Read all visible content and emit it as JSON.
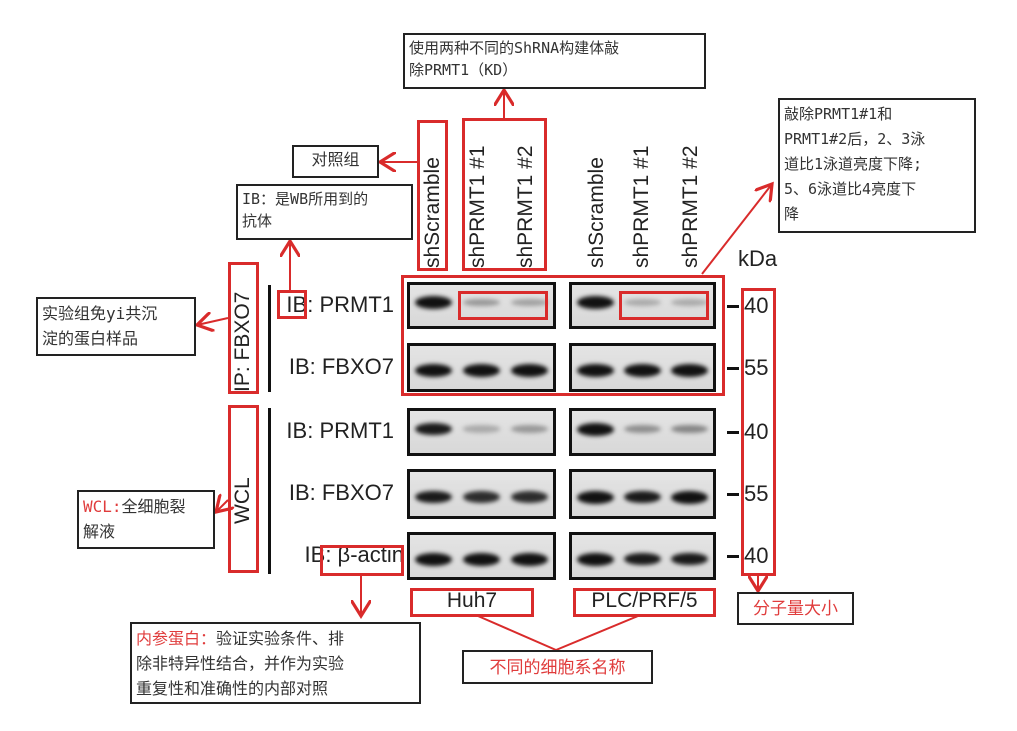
{
  "colors": {
    "annotation_red": "#d92b2b",
    "note_border": "#222222",
    "blot_bg": "#dedede",
    "band": "#111111"
  },
  "lanes": [
    "shScramble",
    "shPRMT1 #1",
    "shPRMT1 #2",
    "shScramble",
    "shPRMT1 #1",
    "shPRMT1 #2"
  ],
  "lane_parts": [
    {
      "prefix": "sh",
      "name": "Scramble"
    },
    {
      "prefix": "sh",
      "name": "PRMT1 #1"
    },
    {
      "prefix": "sh",
      "name": "PRMT1 #2"
    },
    {
      "prefix": "sh",
      "name": "Scramble"
    },
    {
      "prefix": "sh",
      "name": "PRMT1 #1"
    },
    {
      "prefix": "sh",
      "name": "PRMT1 #2"
    }
  ],
  "groups": {
    "ip": "IP: FBXO7",
    "wcl": "WCL"
  },
  "rows": [
    {
      "label_prefix": "IB: ",
      "label": "PRMT1",
      "mw": "40",
      "group": "IP",
      "intensity_huh7": [
        1.0,
        0.25,
        0.2
      ],
      "intensity_plc": [
        1.0,
        0.15,
        0.15
      ]
    },
    {
      "label_prefix": "IB: ",
      "label": "FBXO7",
      "mw": "55",
      "group": "IP",
      "intensity_huh7": [
        1.0,
        1.0,
        1.0
      ],
      "intensity_plc": [
        1.0,
        1.0,
        1.0
      ]
    },
    {
      "label_prefix": "IB: ",
      "label": "PRMT1",
      "mw": "40",
      "group": "WCL",
      "intensity_huh7": [
        0.95,
        0.15,
        0.25
      ],
      "intensity_plc": [
        1.0,
        0.3,
        0.35
      ]
    },
    {
      "label_prefix": "IB: ",
      "label": "FBXO7",
      "mw": "55",
      "group": "WCL",
      "intensity_huh7": [
        0.95,
        0.85,
        0.85
      ],
      "intensity_plc": [
        1.0,
        0.95,
        1.0
      ]
    },
    {
      "label_prefix": "IB: ",
      "label": "β-actin",
      "mw": "40",
      "group": "WCL",
      "intensity_huh7": [
        1.0,
        1.0,
        1.0
      ],
      "intensity_plc": [
        1.0,
        0.95,
        0.95
      ]
    }
  ],
  "kda_label": "kDa",
  "cell_lines": [
    "Huh7",
    "PLC/PRF/5"
  ],
  "annotations": {
    "shrna_note": "使用两种不同的ShRNA构建体敲\n除PRMT1（KD）",
    "knockdown_result": "敲除PRMT1#1和\nPRMT1#2后，2、3泳\n道比1泳道亮度下降;\n5、6泳道比4亮度下\n降",
    "control_group": "对照组",
    "ib_note": "IB：是WB所用到的\n抗体",
    "ip_note": "实验组免yi共沉\n淀的蛋白样品",
    "wcl_term": "WCL",
    "wcl_sep": ":",
    "wcl_desc": "全细胞裂\n解液",
    "loading_control_term": "内参蛋白：",
    "loading_control_desc": "验证实验条件、排\n除非特异性结合，并作为实验\n重复性和准确性的内部对照",
    "cell_line_note": "不同的细胞系名称",
    "mw_note": "分子量大小"
  }
}
